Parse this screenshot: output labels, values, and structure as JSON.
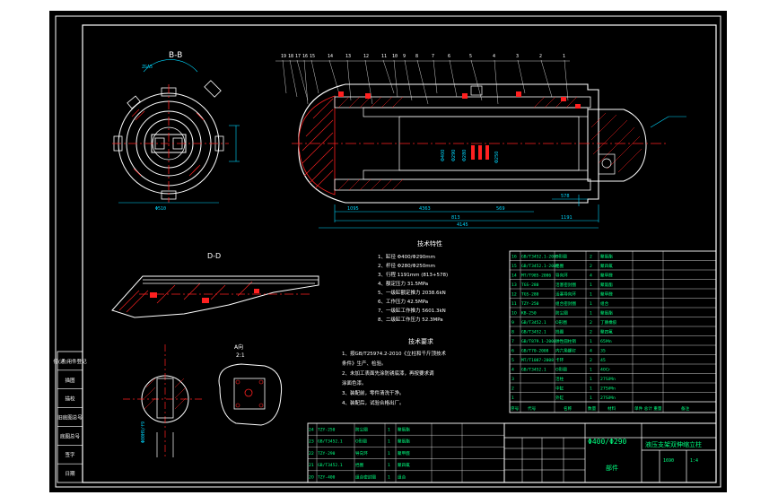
{
  "colors": {
    "background": "#000000",
    "frame": "#ffffff",
    "geometry": "#ffffff",
    "centerline": "#ff2020",
    "hatch": "#ff2020",
    "dimension": "#00d8ff",
    "table_text": "#00ff80",
    "notes_text": "#ffffff"
  },
  "views": {
    "section_bb_label": "B-B",
    "section_dd_label": "D-D",
    "detail_a_label": "A向",
    "detail_a_scale": "2:1"
  },
  "tech_spec": {
    "title": "技术特性",
    "items": [
      "1、缸径    Φ400/Φ290mm",
      "2、杆径    Φ280/Φ250mm",
      "3、行程    1191mm (813+578)",
      "4、额定压力        31.5MPa",
      "5、一级缸额定推力  2038.6kN",
      "6、工作压力         42.5MPa",
      "7、一级缸工作推力  5601.3kN",
      "8、二级缸工作压力  52.3MPa"
    ]
  },
  "tech_req": {
    "title": "技术要求",
    "items": [
      "1、按GB/T25974.2-2010《立柱和千斤顶技术",
      "   条件》生产、检验。",
      "2、未加工表面先涂防锈底漆，再按要求调",
      "   涂面色漆。",
      "3、装配前，零件清洗干净。",
      "4、装配后，试验合格出厂。"
    ]
  },
  "side_labels": [
    "借(通)用件登记",
    "描图",
    "描校",
    "旧底图总号",
    "底图总号",
    "签字",
    "日期"
  ],
  "title_block": {
    "model": "Φ400/Φ290",
    "name": "液压支架双伸缩立柱",
    "weight": "1690",
    "scale": "1:4",
    "part_name": "部件"
  },
  "bom_header": [
    "序号",
    "代号",
    "名称",
    "数量",
    "材料",
    "单件 总计 重量",
    "备注"
  ],
  "bom_rows": [
    [
      "16",
      "GB/T3452.1-2005",
      "O形圈",
      "2",
      "聚氨酯",
      ""
    ],
    [
      "15",
      "GB/T3452.1-2005",
      "挡圈",
      "2",
      "聚四氟",
      ""
    ],
    [
      "14",
      "MT/T985-2006",
      "导向环",
      "4",
      "聚甲醛",
      ""
    ],
    [
      "13",
      "TGS-280",
      "活塞密封圈",
      "1",
      "聚氨酯",
      ""
    ],
    [
      "12",
      "TGS-280",
      "活塞导向环",
      "1",
      "聚甲醛",
      ""
    ],
    [
      "11",
      "TZY-250",
      "组合密封圈",
      "1",
      "组合",
      ""
    ],
    [
      "10",
      "KB-250",
      "防尘圈",
      "1",
      "聚氨酯",
      ""
    ],
    [
      "9",
      "GB/T3452.1",
      "O形圈",
      "2",
      "丁腈橡胶",
      ""
    ],
    [
      "8",
      "GB/T3452.1",
      "挡圈",
      "2",
      "聚四氟",
      ""
    ],
    [
      "7",
      "GB/T879.1-2000",
      "弹性圆柱销",
      "1",
      "65Mn",
      ""
    ],
    [
      "6",
      "GB/T70-2008",
      "内六角螺钉",
      "4",
      "35",
      ""
    ],
    [
      "5",
      "MT/T1087-2008",
      "卡环",
      "2",
      "45",
      ""
    ],
    [
      "4",
      "GB/T3452.1",
      "O形圈",
      "1",
      "40Cr",
      ""
    ],
    [
      "3",
      "",
      "活柱",
      "1",
      "27SiMn",
      ""
    ],
    [
      "2",
      "",
      "中缸",
      "1",
      "27SiMn",
      ""
    ],
    [
      "1",
      "",
      "外缸",
      "1",
      "27SiMn",
      ""
    ]
  ],
  "lower_bom_rows": [
    [
      "24",
      "TZY-250",
      "防尘圈",
      "1",
      "聚氨酯",
      ""
    ],
    [
      "23",
      "GB/T3452.1",
      "O形圈",
      "1",
      "聚氨酯",
      ""
    ],
    [
      "22",
      "TZY-290",
      "导向环",
      "1",
      "聚甲醛",
      ""
    ],
    [
      "21",
      "GB/T3452.1",
      "挡圈",
      "1",
      "聚四氟",
      ""
    ],
    [
      "20",
      "TZY-400",
      "组合密封圈",
      "1",
      "组合",
      ""
    ]
  ],
  "dims": {
    "total_length": "4145",
    "stroke": "1191",
    "inner_a": "4363",
    "seg_a": "569",
    "seg_b": "578",
    "left_len": "1095",
    "right_len": "813",
    "bb_dia": "Φ510",
    "bb_top": "ZGA5",
    "detail_note": "Φ80H9/f9"
  },
  "balloons": [
    "19",
    "18",
    "17",
    "16",
    "15",
    "14",
    "13",
    "12",
    "11",
    "10",
    "9",
    "8",
    "7",
    "6",
    "5",
    "4",
    "3",
    "2",
    "1"
  ]
}
